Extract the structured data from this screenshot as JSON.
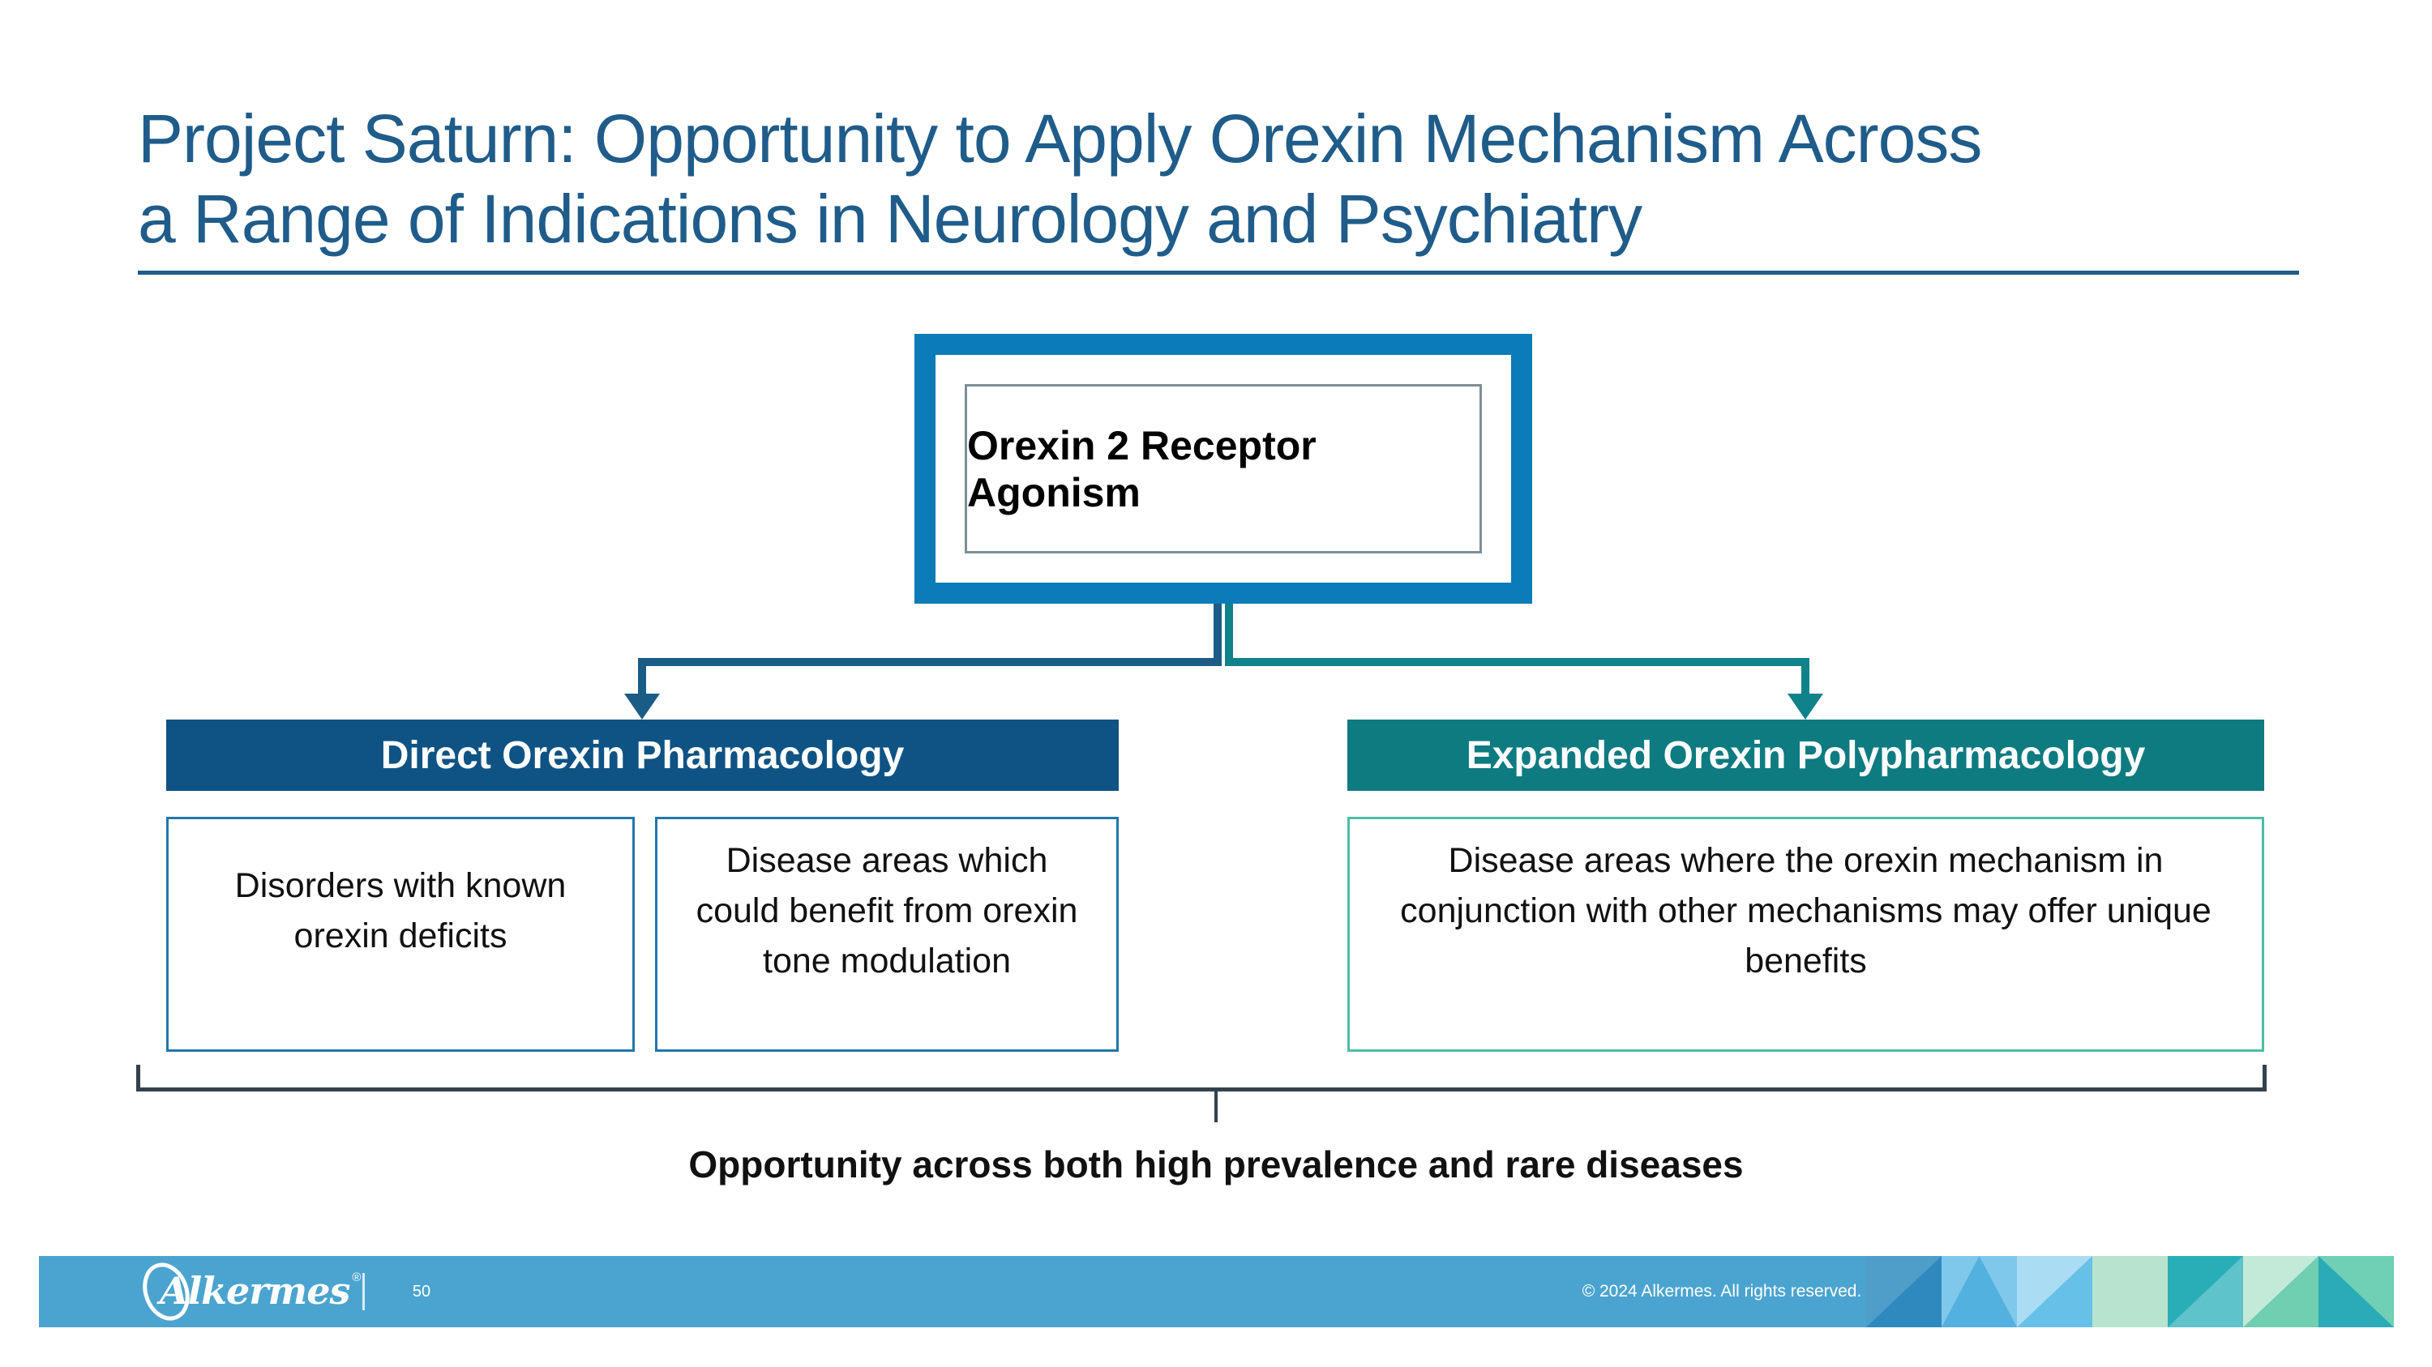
{
  "slide": {
    "title_lines": [
      "Project Saturn: Opportunity to Apply Orexin Mechanism Across",
      "a Range of Indications in Neurology and Psychiatry"
    ],
    "diagram": {
      "root_box": "Orexin 2 Receptor Agonism",
      "left_branch": {
        "header": "Direct Orexin Pharmacology",
        "boxes": [
          "Disorders with known orexin deficits",
          "Disease areas which could benefit from orexin tone modulation"
        ]
      },
      "right_branch": {
        "header": "Expanded Orexin Polypharmacology",
        "boxes": [
          "Disease areas where the orexin mechanism in conjunction with other mechanisms may offer unique benefits"
        ]
      },
      "summary": "Opportunity across both high prevalence and rare diseases"
    },
    "footer": {
      "logo_text": "Alkermes",
      "registered_mark": "®",
      "page_number": "50",
      "copyright": "© 2024 Alkermes. All rights reserved.",
      "pattern_tiles": [
        {
          "bg": "#4f9dc9",
          "tri": "#2e89bf",
          "shape": "diag-br"
        },
        {
          "bg": "#7fc8ec",
          "tri": "#52b1de",
          "shape": "peak-up"
        },
        {
          "bg": "#aadcf4",
          "tri": "#67c0e7",
          "shape": "diag-br"
        },
        {
          "bg": "#b7e3cf",
          "tri": "",
          "shape": "solid"
        },
        {
          "bg": "#29aeb7",
          "tri": "#5ec3ca",
          "shape": "diag-br"
        },
        {
          "bg": "#c3e9d9",
          "tri": "#70ceb1",
          "shape": "diag-br"
        },
        {
          "bg": "#6fd0b5",
          "tri": "#2aabb7",
          "shape": "diag-bl"
        }
      ]
    },
    "colors": {
      "title": "#1f5c8a",
      "root_border": "#0b7cb8",
      "root_inner_border": "#7f8e98",
      "left_header_bg": "#0f5384",
      "right_header_bg": "#0e7b81",
      "left_connector": "#1b5c86",
      "right_connector": "#0f828b",
      "left_box_border": "#2077ab",
      "right_box_border": "#4cbda5",
      "bracket": "#33424e",
      "footer_bg": "#4ba4cf"
    }
  }
}
